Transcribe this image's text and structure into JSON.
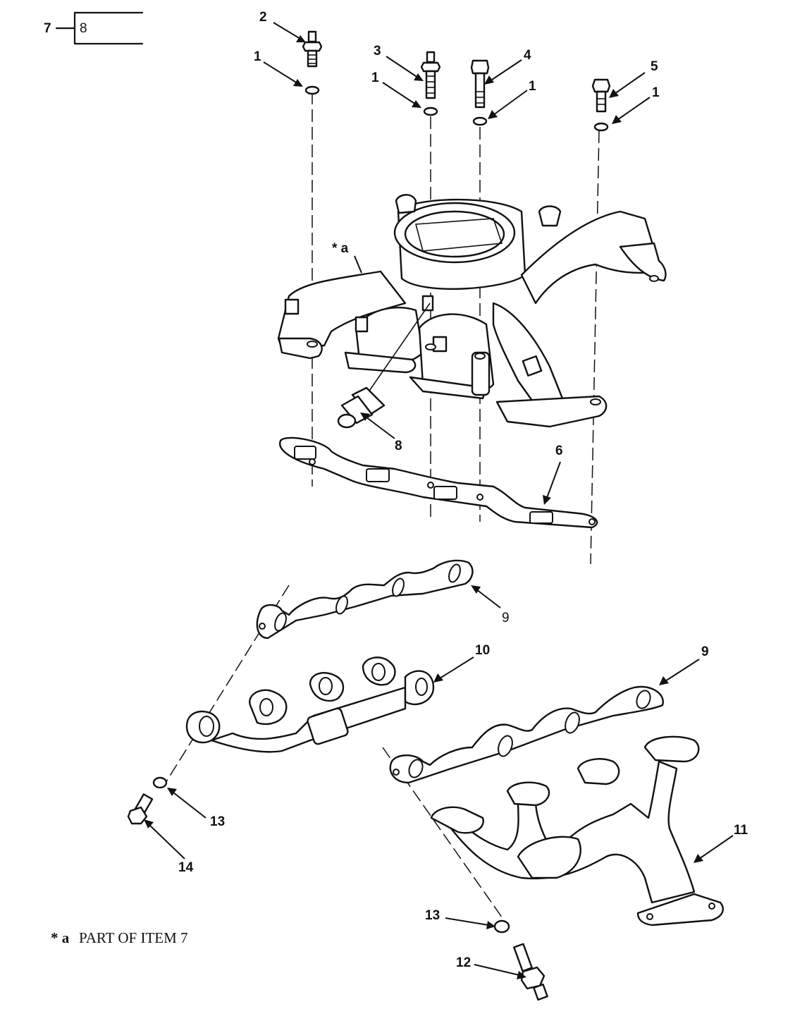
{
  "header": {
    "figure_ref": "7",
    "sub_ref": "8"
  },
  "callouts": {
    "c2": "2",
    "c1a": "1",
    "c3": "3",
    "c1b": "1",
    "c4": "4",
    "c1c": "1",
    "c5": "5",
    "c1d": "1",
    "c8": "8",
    "c6": "6",
    "c9a": "9",
    "c10": "10",
    "c9b": "9",
    "c13a": "13",
    "c14": "14",
    "c11": "11",
    "c13b": "13",
    "c12": "12",
    "star_a": "* a"
  },
  "note": {
    "marker": "* a",
    "text": "PART OF ITEM 7"
  }
}
